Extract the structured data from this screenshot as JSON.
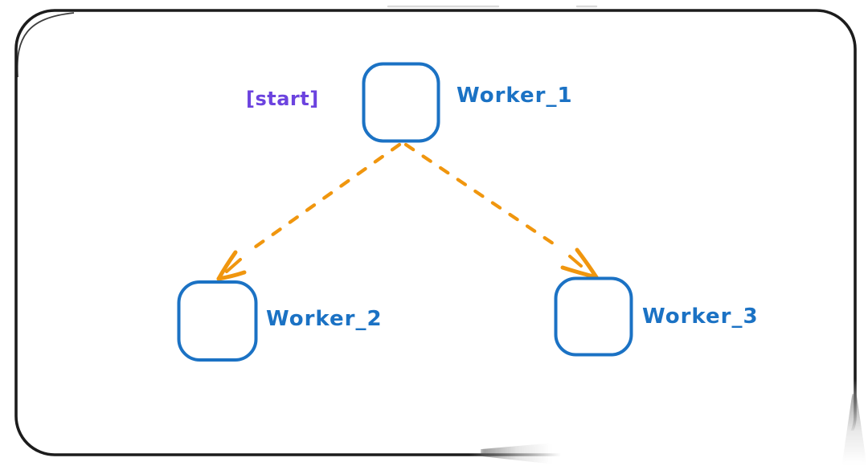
{
  "diagram": {
    "annotation": {
      "text": "[start]",
      "attached_to": "Worker_1"
    },
    "nodes": [
      {
        "id": "worker_1",
        "label": "Worker_1",
        "shape": "rounded-square",
        "position": "top-center"
      },
      {
        "id": "worker_2",
        "label": "Worker_2",
        "shape": "rounded-square",
        "position": "bottom-left"
      },
      {
        "id": "worker_3",
        "label": "Worker_3",
        "shape": "rounded-square",
        "position": "bottom-right"
      }
    ],
    "edges": [
      {
        "from": "worker_1",
        "to": "worker_2",
        "style": "dashed",
        "arrow": "end"
      },
      {
        "from": "worker_1",
        "to": "worker_3",
        "style": "dashed",
        "arrow": "end"
      }
    ],
    "colors": {
      "node_stroke": "#1b72c4",
      "node_label_text": "#1b72c4",
      "edge": "#f0960e",
      "annotation_text": "#6c43df",
      "frame": "#1c1c1c",
      "background": "#ffffff"
    }
  }
}
